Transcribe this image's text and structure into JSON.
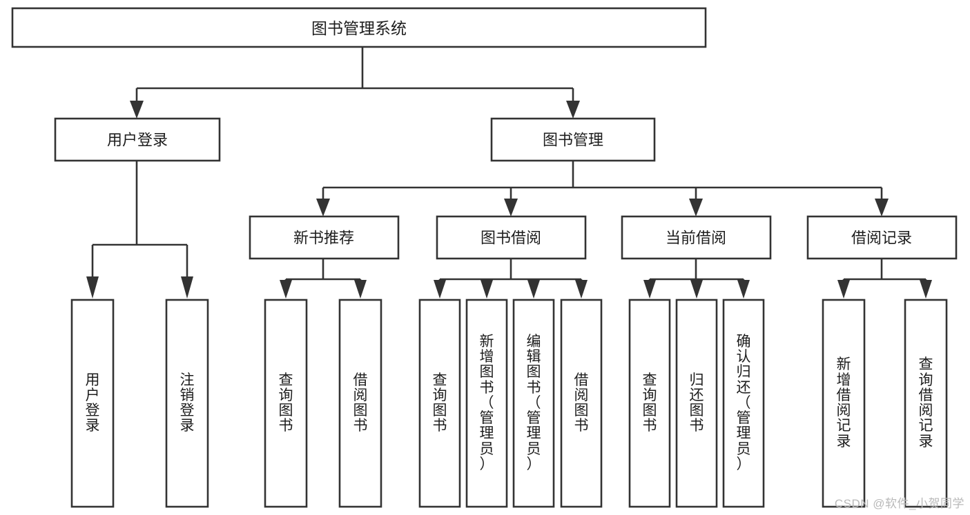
{
  "diagram": {
    "title": "图书管理系统",
    "type": "tree-hierarchy",
    "watermark": "CSDN @软件_小贺同学",
    "colors": {
      "stroke": "#333333",
      "fill": "#ffffff",
      "text": "#1d1d1d",
      "watermark": "#b9b9b9"
    },
    "root": {
      "label": "图书管理系统"
    },
    "level2": [
      {
        "label": "用户登录"
      },
      {
        "label": "图书管理"
      }
    ],
    "level3": [
      {
        "label": "新书推荐"
      },
      {
        "label": "图书借阅"
      },
      {
        "label": "当前借阅"
      },
      {
        "label": "借阅记录"
      }
    ],
    "leaves": {
      "user_login": [
        {
          "label": "用户登录"
        },
        {
          "label": "注销登录"
        }
      ],
      "new_book_recommend": [
        {
          "label": "查询图书"
        },
        {
          "label": "借阅图书"
        }
      ],
      "book_borrow": [
        {
          "label": "查询图书"
        },
        {
          "label": "新增图书（管理员）"
        },
        {
          "label": "编辑图书（管理员）"
        },
        {
          "label": "借阅图书"
        }
      ],
      "current_borrow": [
        {
          "label": "查询图书"
        },
        {
          "label": "归还图书"
        },
        {
          "label": "确认归还（管理员）"
        }
      ],
      "borrow_record": [
        {
          "label": "新增借阅记录"
        },
        {
          "label": "查询借阅记录"
        }
      ]
    }
  }
}
